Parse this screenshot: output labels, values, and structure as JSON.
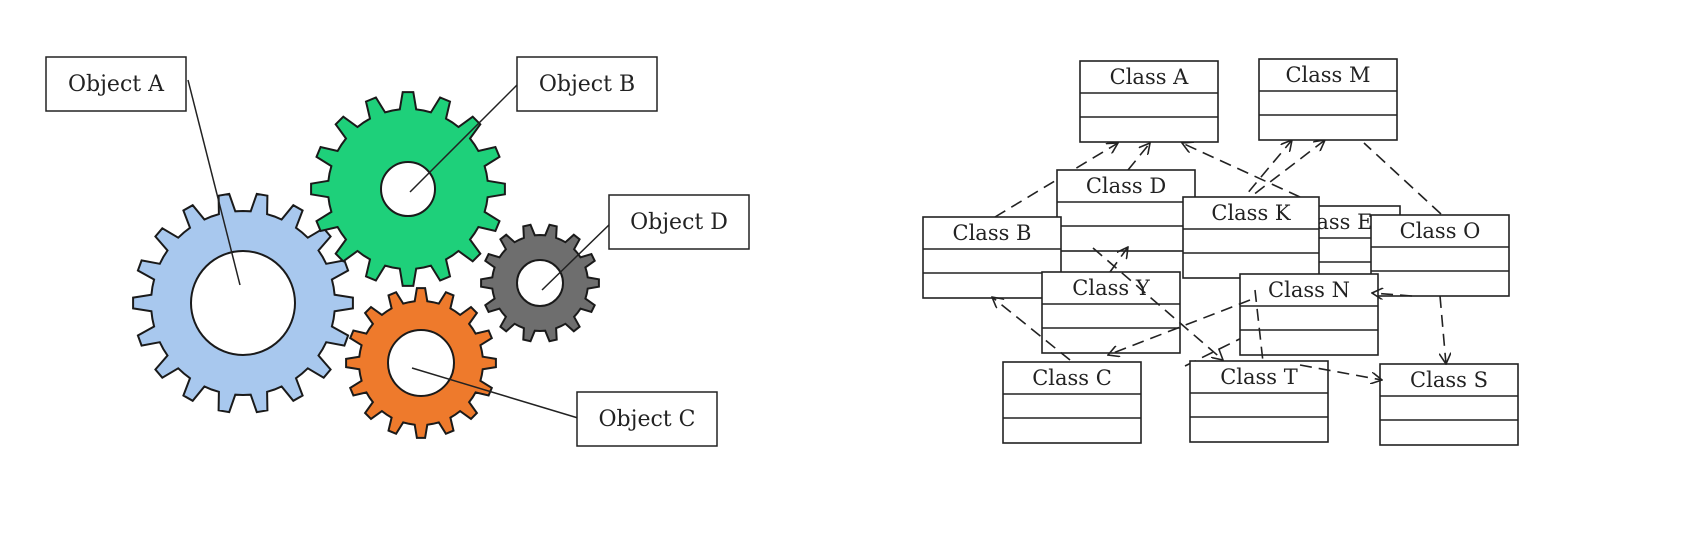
{
  "left_diagram": {
    "labels": {
      "object_a": "Object A",
      "object_b": "Object B",
      "object_c": "Object C",
      "object_d": "Object D"
    },
    "colors": {
      "gear_a": "#a8c8ee",
      "gear_b": "#1ed07a",
      "gear_c": "#ee7a2c",
      "gear_d": "#6e6e6e",
      "outline": "#1a1a1a"
    }
  },
  "right_diagram": {
    "classes": {
      "a": "Class A",
      "m": "Class M",
      "d": "Class D",
      "k": "Class K",
      "e": "Class E",
      "b": "Class B",
      "o": "Class O",
      "y": "Class Y",
      "n": "Class N",
      "c": "Class C",
      "t": "Class T",
      "s": "Class S"
    }
  }
}
